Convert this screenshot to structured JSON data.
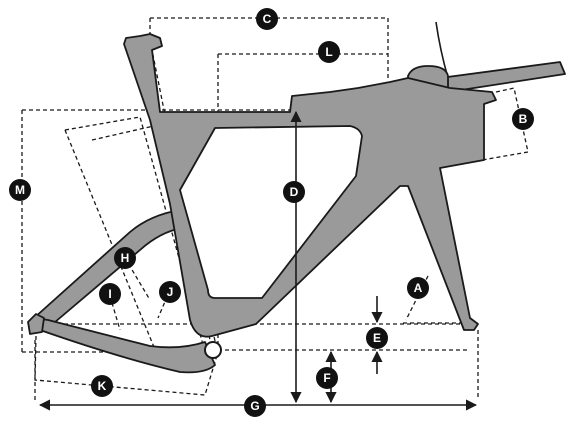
{
  "labels": {
    "A": "A",
    "B": "B",
    "C": "C",
    "D": "D",
    "E": "E",
    "F": "F",
    "G": "G",
    "H": "H",
    "I": "I",
    "J": "J",
    "K": "K",
    "L": "L",
    "M": "M"
  },
  "colors": {
    "frame_fill": "#9a9a9a",
    "outline": "#1a1a1a",
    "badge": "#111111",
    "badge_text": "#ffffff"
  }
}
